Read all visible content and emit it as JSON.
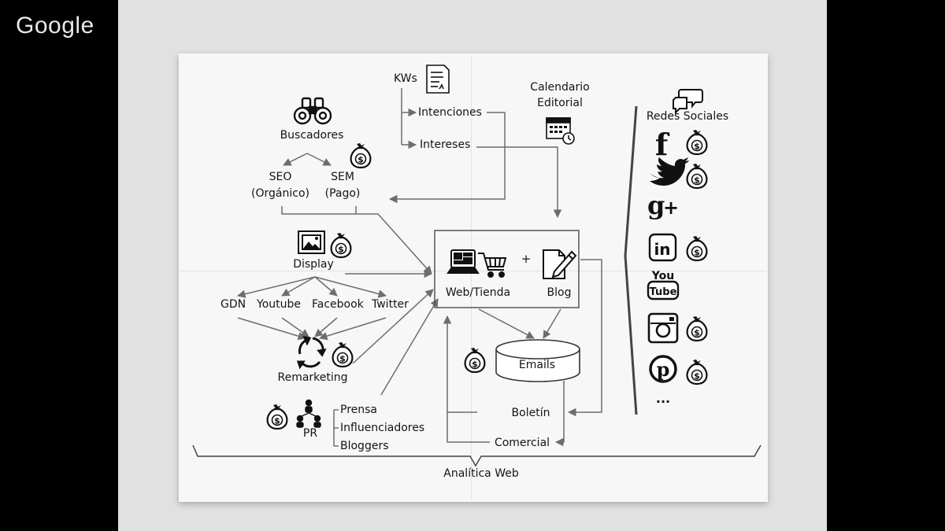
{
  "app": {
    "logo": "Google"
  },
  "diagram": {
    "kws": "KWs",
    "intenciones": "Intenciones",
    "intereses": "Intereses",
    "calendario_line1": "Calendario",
    "calendario_line2": "Editorial",
    "buscadores": "Buscadores",
    "seo_line1": "SEO",
    "seo_line2": "(Orgánico)",
    "sem_line1": "SEM",
    "sem_line2": "(Pago)",
    "display": "Display",
    "gdn": "GDN",
    "youtube": "Youtube",
    "facebook": "Facebook",
    "twitter": "Twitter",
    "remarketing": "Remarketing",
    "pr": "PR",
    "prensa": "Prensa",
    "influenciadores": "Influenciadores",
    "bloggers": "Bloggers",
    "plus": "+",
    "web_tienda": "Web/Tienda",
    "blog": "Blog",
    "emails": "Emails",
    "boletin": "Boletín",
    "comercial": "Comercial",
    "redes_sociales": "Redes Sociales",
    "more": "...",
    "analitica_web": "Analítica Web"
  },
  "icons": {
    "money": "money-bag-icon",
    "binoculars": "binoculars-icon",
    "document": "document-icon",
    "calendar": "calendar-icon",
    "picture": "picture-icon",
    "recycle": "recycle-icon",
    "people": "people-network-icon",
    "computer": "computer-icon",
    "cart": "shopping-cart-icon",
    "edit": "document-edit-icon",
    "chat": "chat-bubbles-icon",
    "facebook": "facebook-icon",
    "twitter": "twitter-icon",
    "googleplus": "google-plus-icon",
    "linkedin": "linkedin-icon",
    "youtube": "youtube-icon",
    "instagram": "instagram-icon",
    "pinterest": "pinterest-icon"
  }
}
